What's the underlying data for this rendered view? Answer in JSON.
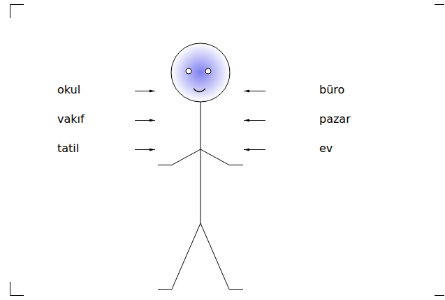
{
  "diagram": {
    "labels": [
      "okul",
      "vakıf",
      "tatil",
      "büro",
      "pazar",
      "ev"
    ]
  }
}
